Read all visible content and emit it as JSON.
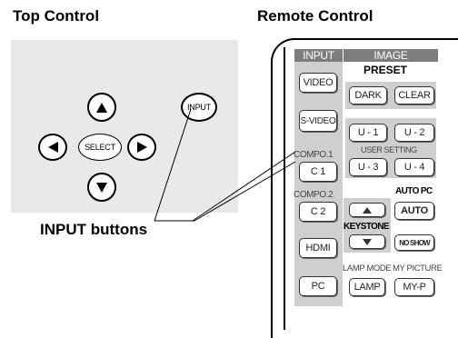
{
  "headings": {
    "top_control": "Top Control",
    "remote_control": "Remote Control"
  },
  "top_panel": {
    "select_label": "SELECT",
    "input_label": "INPUT",
    "arrow_icons": [
      "up-arrow-icon",
      "down-arrow-icon",
      "left-arrow-icon",
      "right-arrow-icon"
    ]
  },
  "caption": "INPUT buttons",
  "remote": {
    "input_header": "INPUT",
    "image_header": "IMAGE",
    "preset_label": "PRESET",
    "video": "VIDEO",
    "dark": "DARK",
    "clear": "CLEAR",
    "s_video": "S-VIDEO",
    "u1": "U - 1",
    "u2": "U - 2",
    "user_setting": "USER SETTING",
    "u3": "U - 3",
    "u4": "U - 4",
    "compo1_label": "COMPO.1",
    "c1": "C 1",
    "compo2_label": "COMPO.2",
    "auto_pc_label": "AUTO PC",
    "c2": "C 2",
    "auto": "AUTO",
    "keystone_label": "KEYSTONE",
    "hdmi": "HDMI",
    "no_show": "NO SHOW",
    "lamp_mode_label": "LAMP MODE",
    "my_picture_label": "MY PICTURE",
    "pc": "PC",
    "lamp": "LAMP",
    "my_p": "MY-P"
  },
  "colors": {
    "panel_bg": "#e9e9e9",
    "header_bg": "#7d7d7d",
    "shade": "#cfcfcf"
  }
}
